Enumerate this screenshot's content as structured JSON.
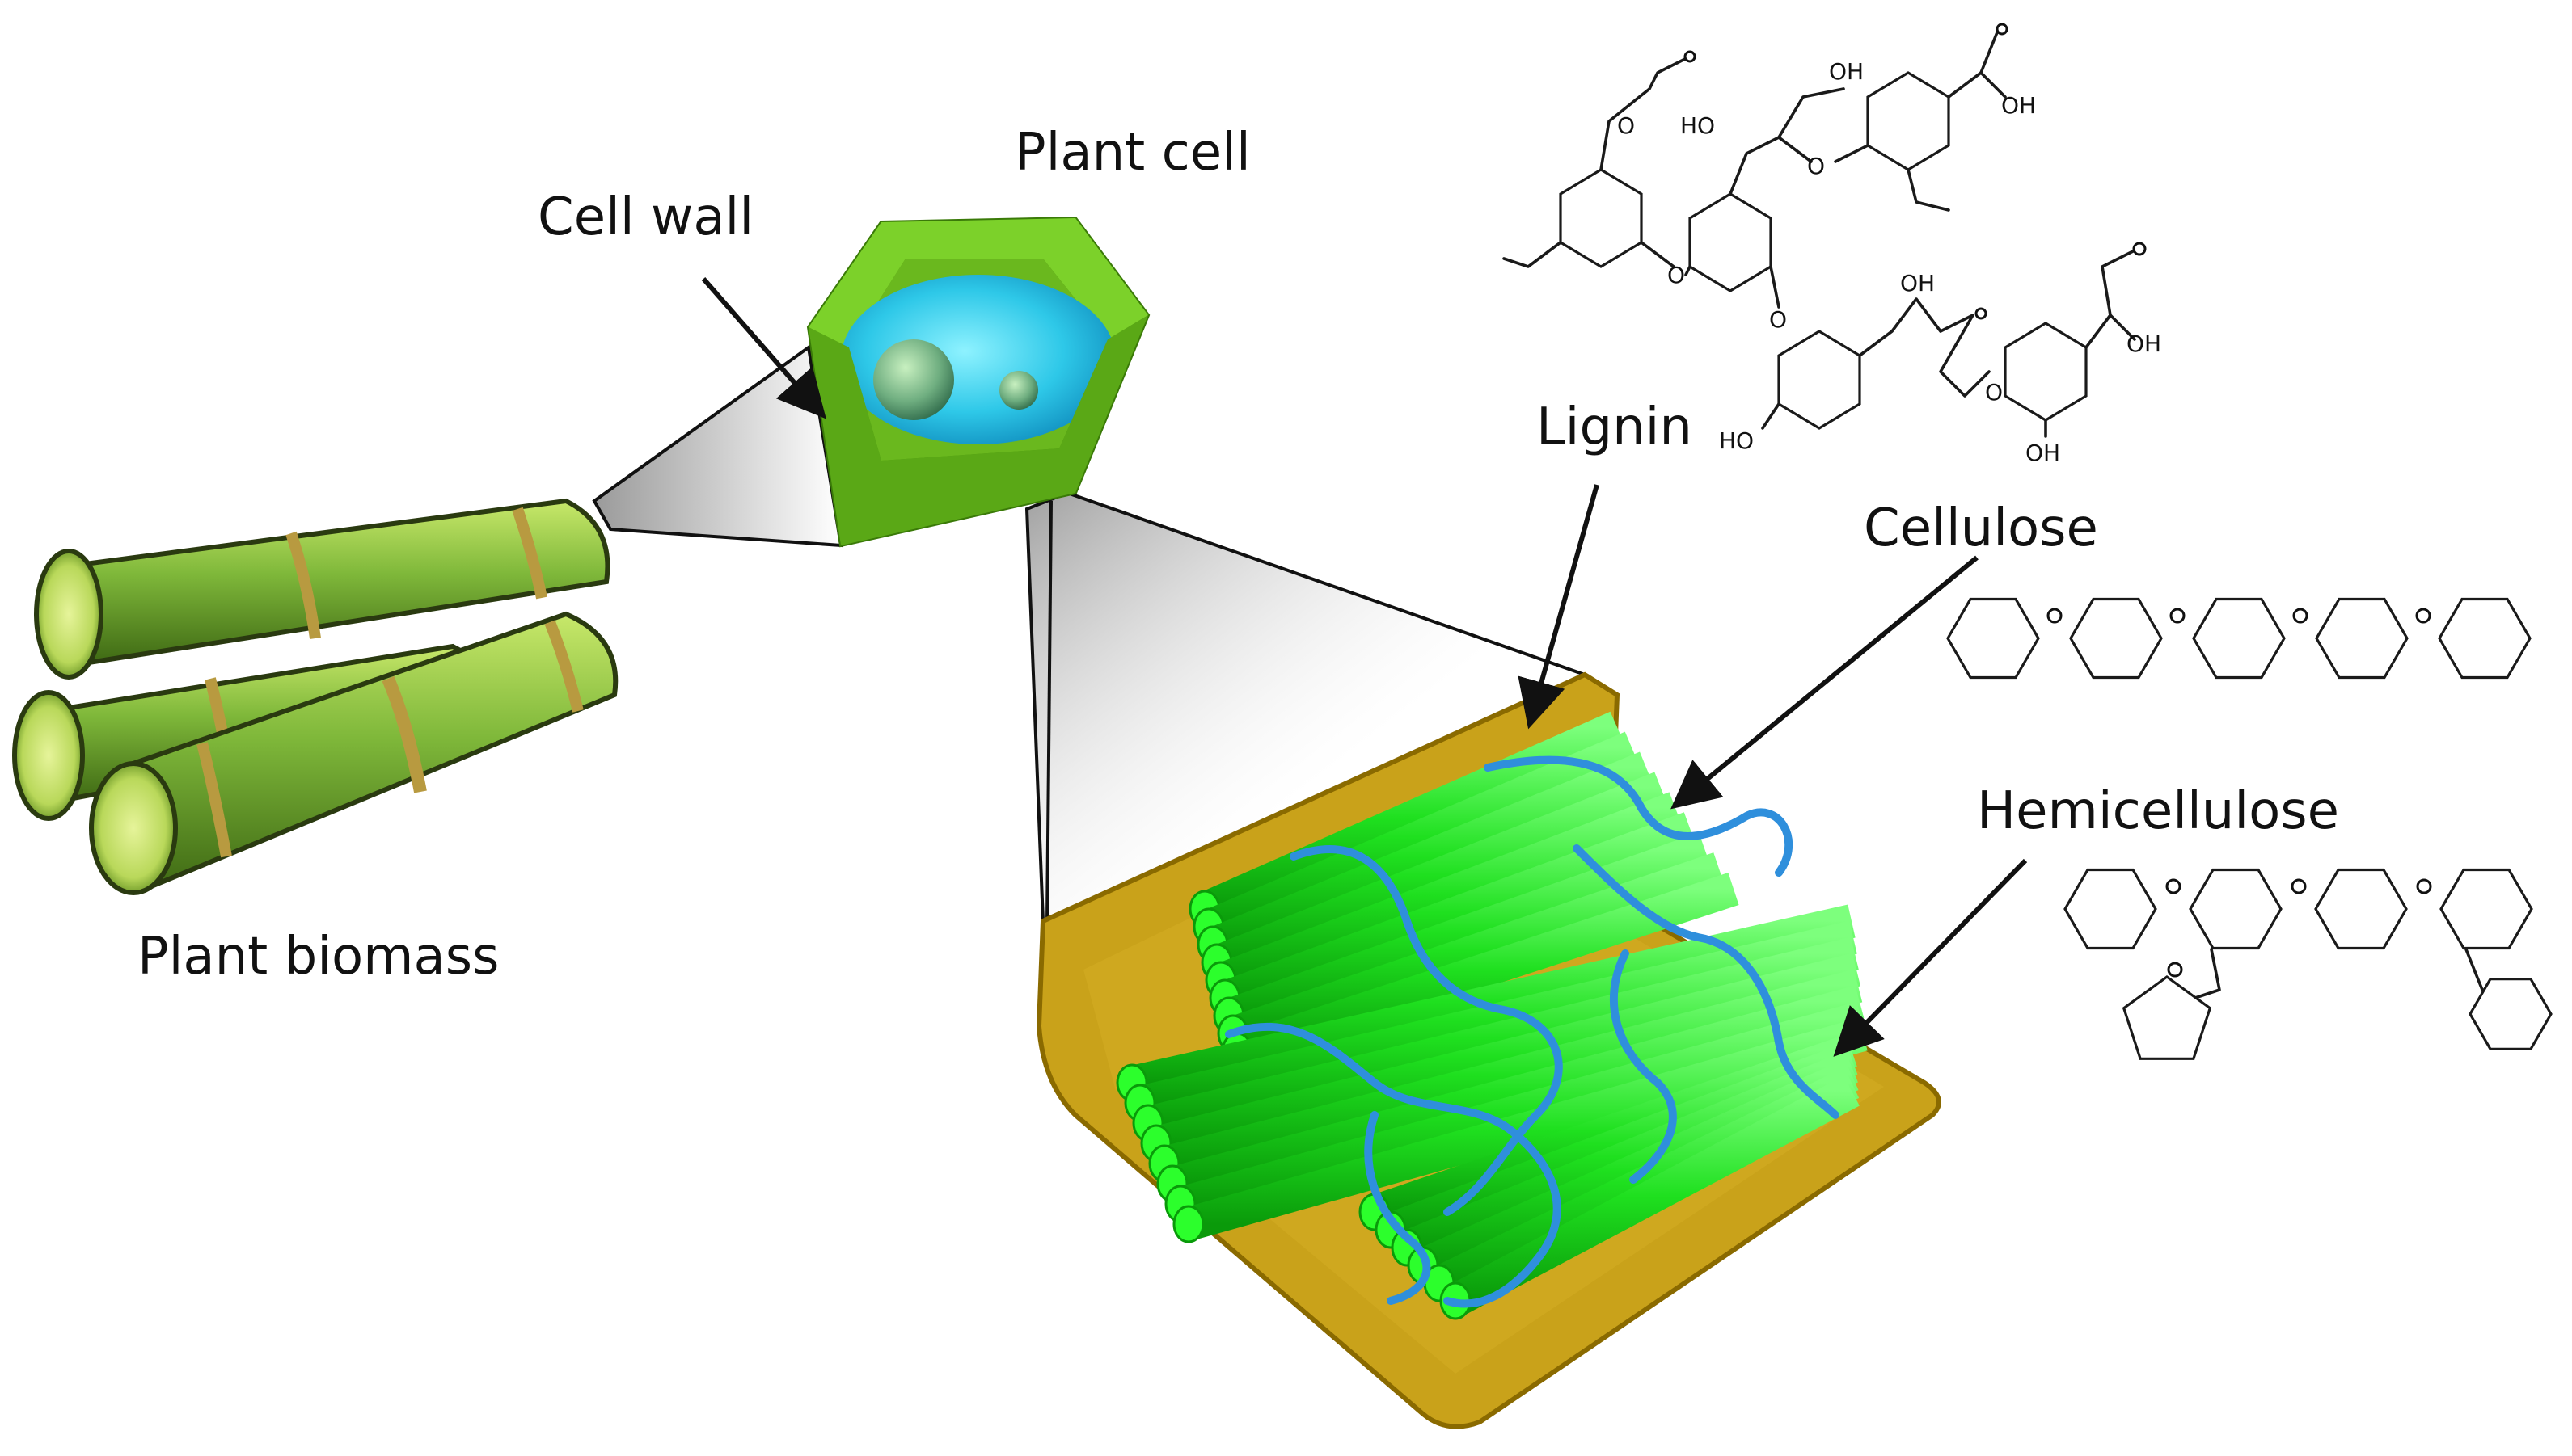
{
  "labels": {
    "plant_cell": "Plant cell",
    "cell_wall": "Cell wall",
    "plant_biomass": "Plant biomass",
    "lignin": "Lignin",
    "cellulose": "Cellulose",
    "hemicellulose": "Hemicellulose"
  },
  "lignin_groups": {
    "oh_top": "OH",
    "oh_right_top": "OH",
    "ho_left": "HO",
    "oh_middle": "OH",
    "oh_right_mid": "OH",
    "ho_bottom_left": "HO",
    "oh_bottom": "OH",
    "o_links": [
      "O",
      "O",
      "O",
      "O",
      "O"
    ]
  },
  "colors": {
    "stalk_green": "#7fb83a",
    "stalk_dark": "#3f6a14",
    "cell_wall_green": "#7cd12a",
    "cell_dark": "#4f9a10",
    "cytoplasm_blue": "#2ec8e8",
    "lignin_gold": "#c9a21a",
    "lignin_dark": "#8a6a00",
    "cellulose_green": "#1fe01f",
    "hemicellulose_blue": "#2f8fdc"
  }
}
